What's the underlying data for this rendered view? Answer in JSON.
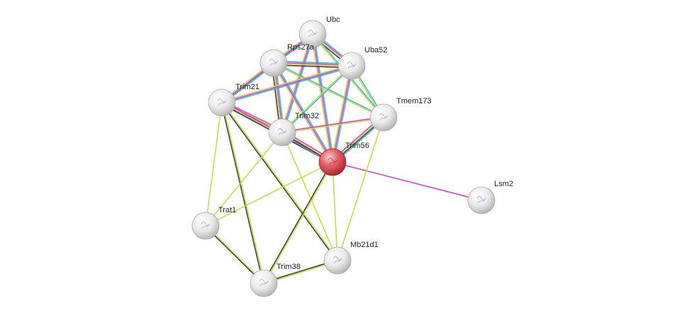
{
  "network": {
    "query_protein": "Trim56",
    "colors": {
      "query_node": "#e8616a",
      "node": "#f2f2f2",
      "edge_textmining": "#c6db3c",
      "edge_coexpression": "#3a3a3a",
      "edge_database": "#35b9d5",
      "edge_experiments": "#d638d6",
      "edge_homology": "#7a7ad8"
    },
    "nodes": [
      {
        "id": "Ubc",
        "label": "Ubc"
      },
      {
        "id": "Rps27a",
        "label": "Rps27a"
      },
      {
        "id": "Uba52",
        "label": "Uba52"
      },
      {
        "id": "Trim21",
        "label": "Trim21"
      },
      {
        "id": "Tmem173",
        "label": "Tmem173"
      },
      {
        "id": "Trim32",
        "label": "Trim32"
      },
      {
        "id": "Trim56",
        "label": "Trim56"
      },
      {
        "id": "Lsm2",
        "label": "Lsm2"
      },
      {
        "id": "Trat1",
        "label": "Trat1"
      },
      {
        "id": "Mb21d1",
        "label": "Mb21d1"
      },
      {
        "id": "Trim38",
        "label": "Trim38"
      }
    ],
    "edges": [
      {
        "source": "Ubc",
        "target": "Rps27a",
        "evidence": [
          "database",
          "experiments",
          "textmining"
        ]
      },
      {
        "source": "Ubc",
        "target": "Uba52",
        "evidence": [
          "database",
          "experiments",
          "textmining",
          "coexpression"
        ]
      },
      {
        "source": "Ubc",
        "target": "Trim21",
        "evidence": [
          "database",
          "experiments",
          "textmining"
        ]
      },
      {
        "source": "Ubc",
        "target": "Trim32",
        "evidence": [
          "database",
          "experiments",
          "textmining"
        ]
      },
      {
        "source": "Ubc",
        "target": "Trim56",
        "evidence": [
          "database",
          "experiments",
          "textmining"
        ]
      },
      {
        "source": "Ubc",
        "target": "Tmem173",
        "evidence": [
          "database",
          "textmining"
        ]
      },
      {
        "source": "Rps27a",
        "target": "Uba52",
        "evidence": [
          "database",
          "experiments",
          "textmining",
          "coexpression"
        ]
      },
      {
        "source": "Rps27a",
        "target": "Trim21",
        "evidence": [
          "database",
          "experiments",
          "textmining"
        ]
      },
      {
        "source": "Rps27a",
        "target": "Trim32",
        "evidence": [
          "database",
          "experiments",
          "textmining",
          "coexpression"
        ]
      },
      {
        "source": "Rps27a",
        "target": "Trim56",
        "evidence": [
          "database",
          "experiments",
          "textmining"
        ]
      },
      {
        "source": "Rps27a",
        "target": "Tmem173",
        "evidence": [
          "database",
          "textmining"
        ]
      },
      {
        "source": "Uba52",
        "target": "Trim21",
        "evidence": [
          "database",
          "experiments",
          "textmining"
        ]
      },
      {
        "source": "Uba52",
        "target": "Trim32",
        "evidence": [
          "database",
          "textmining"
        ]
      },
      {
        "source": "Uba52",
        "target": "Trim56",
        "evidence": [
          "database",
          "experiments",
          "textmining"
        ]
      },
      {
        "source": "Uba52",
        "target": "Tmem173",
        "evidence": [
          "database",
          "textmining"
        ]
      },
      {
        "source": "Trim21",
        "target": "Trim32",
        "evidence": [
          "experiments",
          "textmining",
          "coexpression",
          "homology"
        ]
      },
      {
        "source": "Trim21",
        "target": "Trim56",
        "evidence": [
          "experiments",
          "textmining",
          "coexpression"
        ]
      },
      {
        "source": "Trim21",
        "target": "Trat1",
        "evidence": [
          "textmining"
        ]
      },
      {
        "source": "Trim21",
        "target": "Mb21d1",
        "evidence": [
          "textmining",
          "coexpression"
        ]
      },
      {
        "source": "Trim21",
        "target": "Trim38",
        "evidence": [
          "textmining",
          "coexpression"
        ]
      },
      {
        "source": "Trim32",
        "target": "Trim56",
        "evidence": [
          "experiments",
          "textmining",
          "coexpression",
          "homology"
        ]
      },
      {
        "source": "Trim32",
        "target": "Tmem173",
        "evidence": [
          "experiments",
          "textmining"
        ]
      },
      {
        "source": "Trim32",
        "target": "Trat1",
        "evidence": [
          "textmining"
        ]
      },
      {
        "source": "Trim32",
        "target": "Mb21d1",
        "evidence": [
          "textmining"
        ]
      },
      {
        "source": "Trim56",
        "target": "Tmem173",
        "evidence": [
          "experiments",
          "textmining",
          "coexpression",
          "database"
        ]
      },
      {
        "source": "Trim56",
        "target": "Lsm2",
        "evidence": [
          "experiments"
        ]
      },
      {
        "source": "Trim56",
        "target": "Trat1",
        "evidence": [
          "textmining"
        ]
      },
      {
        "source": "Trim56",
        "target": "Mb21d1",
        "evidence": [
          "textmining"
        ]
      },
      {
        "source": "Trim56",
        "target": "Trim38",
        "evidence": [
          "textmining",
          "coexpression"
        ]
      },
      {
        "source": "Tmem173",
        "target": "Mb21d1",
        "evidence": [
          "textmining"
        ]
      },
      {
        "source": "Trat1",
        "target": "Trim38",
        "evidence": [
          "textmining",
          "coexpression"
        ]
      },
      {
        "source": "Mb21d1",
        "target": "Trim38",
        "evidence": [
          "textmining",
          "coexpression"
        ]
      }
    ]
  }
}
